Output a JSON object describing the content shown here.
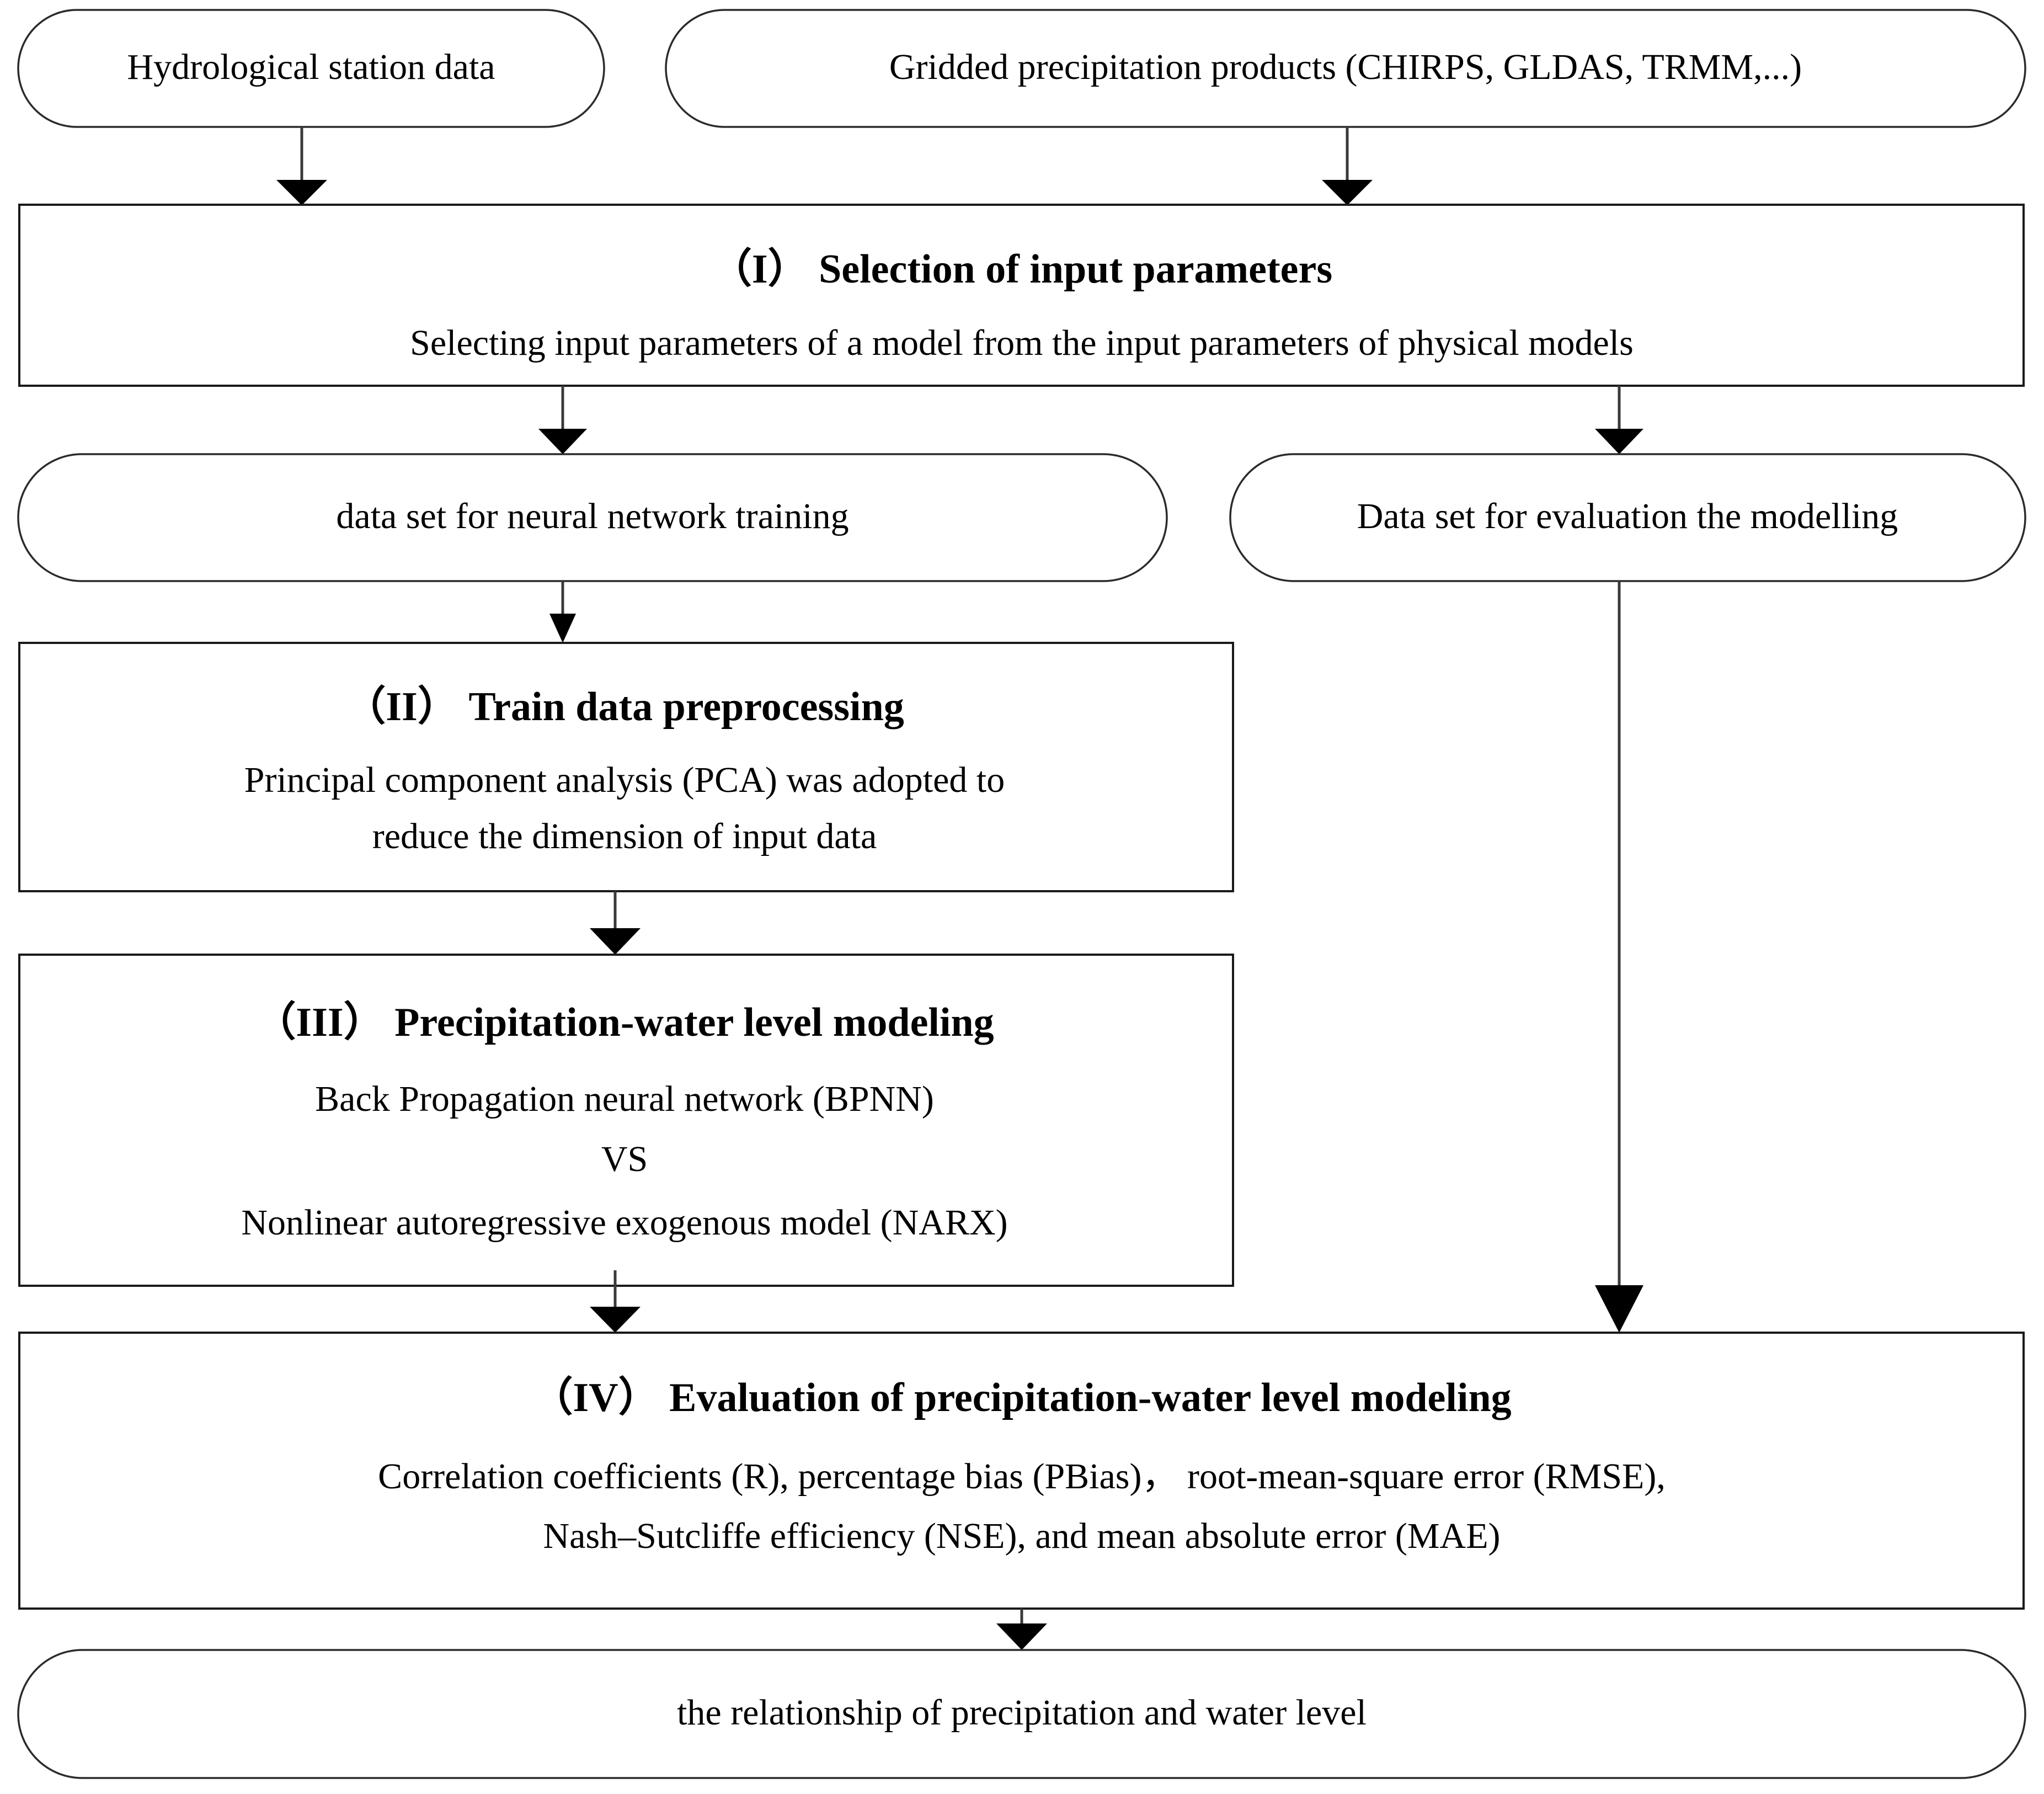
{
  "diagram": {
    "title": "Precipitation-water level modeling workflow",
    "nodes": {
      "source_station": {
        "label": "Hydrological station data"
      },
      "source_gridded": {
        "label": "Gridded precipitation products (CHIRPS, GLDAS, TRMM,...)"
      },
      "stage1": {
        "heading": "（I） Selection of input parameters",
        "body": [
          "Selecting input parameters of a model from the  input parameters of physical models"
        ]
      },
      "train_set": {
        "label": "data set for neural network training"
      },
      "eval_set": {
        "label": "Data set for evaluation the modelling"
      },
      "stage2": {
        "heading": "（II） Train data preprocessing",
        "body": [
          "Principal component analysis (PCA) was adopted to",
          "reduce the dimension of input data"
        ]
      },
      "stage3": {
        "heading": "（III） Precipitation-water level modeling",
        "body": [
          "Back Propagation neural network (BPNN)",
          "VS",
          "Nonlinear autoregressive exogenous model (NARX)"
        ]
      },
      "stage4": {
        "heading": "（IV） Evaluation of precipitation-water level modeling",
        "body": [
          "Correlation coefficients (R), percentage bias (PBias)，  root-mean-square error (RMSE),",
          "Nash–Sutcliffe efficiency (NSE), and mean absolute error (MAE)"
        ]
      },
      "result": {
        "label": "the relationship of precipitation and water level"
      }
    },
    "edges": [
      {
        "from": "source_station",
        "to": "stage1"
      },
      {
        "from": "source_gridded",
        "to": "stage1"
      },
      {
        "from": "stage1",
        "to": "train_set"
      },
      {
        "from": "stage1",
        "to": "eval_set"
      },
      {
        "from": "train_set",
        "to": "stage2"
      },
      {
        "from": "stage2",
        "to": "stage3"
      },
      {
        "from": "stage3",
        "to": "stage4"
      },
      {
        "from": "eval_set",
        "to": "stage4"
      },
      {
        "from": "stage4",
        "to": "result"
      }
    ],
    "colors": {
      "background": "#ffffff",
      "stroke": "#1a1a1a",
      "text": "#000000",
      "edge": "#3a3a3a"
    }
  }
}
